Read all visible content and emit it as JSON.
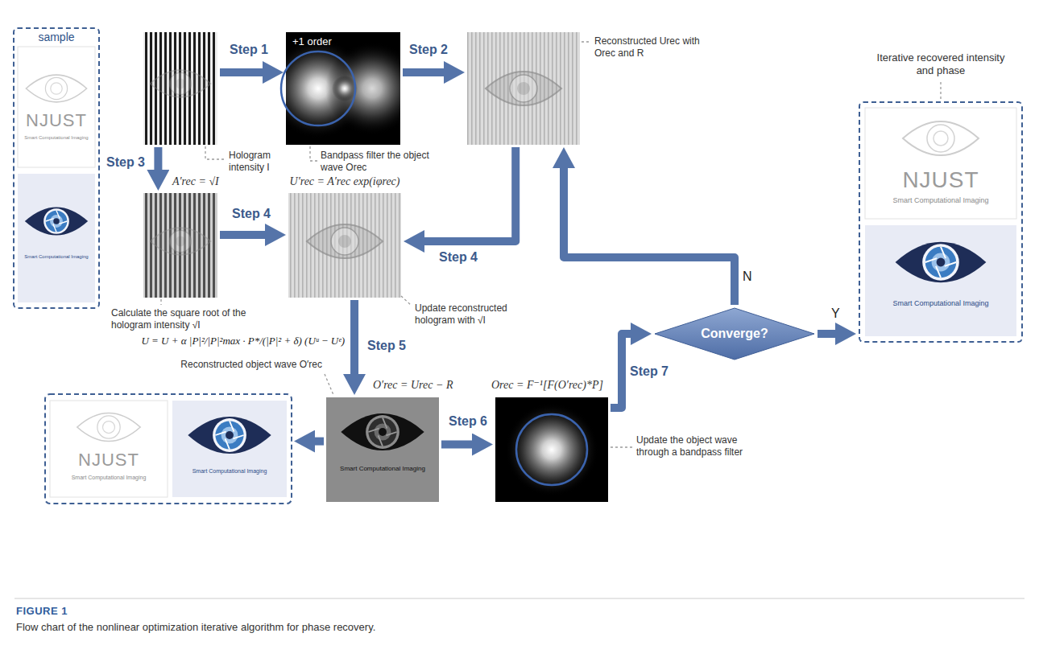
{
  "diagram": {
    "caption": "Flow chart of the nonlinear optimization iterative algorithm for phase recovery.",
    "nodes": [
      {
        "text": [
          "sample"
        ]
      },
      {
        "text": [
          "NJUST",
          "Smart Computational Imaging"
        ],
        "in": 0
      },
      {
        "text": [
          "Smart Computational Imaging"
        ],
        "in": 0
      },
      {
        "text": [
          "Hologram intensity I"
        ]
      },
      {
        "text": [
          "+1 order",
          "Bandpass filter the object wave Orec"
        ]
      },
      {
        "text": [
          "Reconstructed Urec with Orec and R"
        ]
      },
      {
        "text": [
          "A′rec = √I",
          "Calculate the square root of the hologram intensity √I"
        ]
      },
      {
        "text": [
          "U′rec = A′rec exp(iφrec)",
          "Update reconstructed hologram with √I"
        ]
      },
      {
        "text": [
          "O′rec = Urec − R",
          "Reconstructed object wave O′rec",
          "Smart Computational Imaging"
        ]
      },
      {
        "text": [
          "NJUST",
          "Smart Computational Imaging"
        ]
      },
      {
        "text": [
          "Smart Computational Imaging"
        ]
      },
      {
        "text": [
          "Orec = F⁻¹[F(O′rec)*P]",
          "Update the object wave through a bandpass filter"
        ]
      },
      {
        "text": [
          "Converge?"
        ]
      },
      {
        "text": [
          "Iterative recovered intensity and phase"
        ]
      },
      {
        "text": [
          "NJUST",
          "Smart Computational Imaging"
        ],
        "in": 13
      },
      {
        "text": [
          "Smart Computational Imaging"
        ],
        "in": 13
      }
    ],
    "edges": [
      {
        "from": 3,
        "to": 4,
        "arrow": "to",
        "label": "Step 1"
      },
      {
        "from": 4,
        "to": 5,
        "arrow": "to",
        "label": "Step 2"
      },
      {
        "from": 3,
        "to": 6,
        "arrow": "to",
        "label": "Step 3"
      },
      {
        "from": 6,
        "to": 7,
        "arrow": "to",
        "label": "Step 4"
      },
      {
        "from": 5,
        "to": 7,
        "arrow": "to",
        "label": "Step 4"
      },
      {
        "from": 7,
        "to": 8,
        "arrow": "to",
        "label": "Step 5"
      },
      {
        "from": 8,
        "to": 10,
        "arrow": "to"
      },
      {
        "from": 8,
        "to": 11,
        "arrow": "to",
        "label": "Step 6"
      },
      {
        "from": 11,
        "to": 12,
        "arrow": "to",
        "label": "Step 7"
      },
      {
        "from": 12,
        "to": 5,
        "arrow": "to",
        "label": "N"
      },
      {
        "from": 12,
        "to": 13,
        "arrow": "to",
        "label": "Y"
      }
    ],
    "labels": [
      "U = U + α |P|²/|P|²max · P*/(|P|² + δ) (Uᵘ − Uᵉ)",
      "FIGURE 1"
    ]
  }
}
